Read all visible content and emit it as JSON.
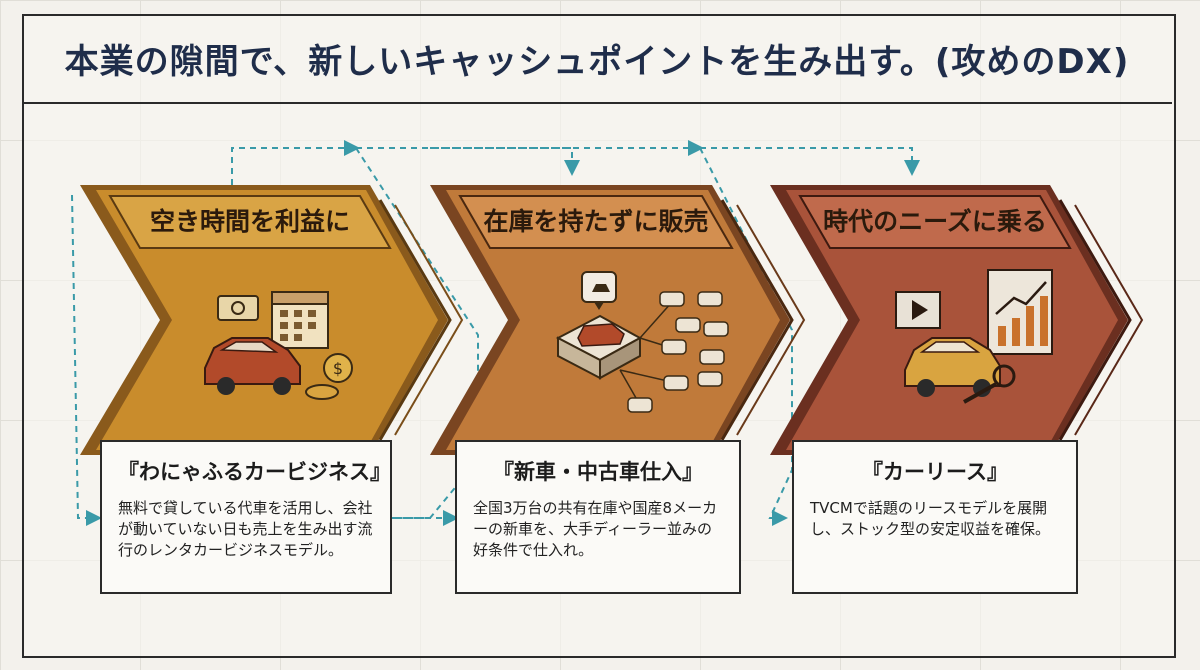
{
  "header": {
    "title": "本業の隙間で、新しいキャッシュポイントを生み出す。(攻めのDX)"
  },
  "steps": [
    {
      "label": "空き時間を利益に",
      "card_title": "『わにゃふるカービジネス』",
      "card_desc": "無料で貸している代車を活用し、会社が動いていない日も売上を生み出す流行のレンタカービジネスモデル。",
      "icons": [
        "car-icon",
        "calendar-icon",
        "coin-icon",
        "cash-icon"
      ]
    },
    {
      "label": "在庫を持たずに販売",
      "card_title": "『新車・中古車仕入』",
      "card_desc": "全国3万台の共有在庫や国産8メーカーの新車を、大手ディーラー並みの好条件で仕入れ。",
      "icons": [
        "car-network-icon",
        "location-pin-icon"
      ]
    },
    {
      "label": "時代のニーズに乗る",
      "card_title": "『カーリース』",
      "card_desc": "TVCMで話題のリースモデルを展開し、ストック型の安定収益を確保。",
      "icons": [
        "video-play-icon",
        "growth-chart-icon",
        "car-icon",
        "key-icon"
      ]
    }
  ],
  "colors": {
    "title": "#1f2d4a",
    "step1": "#c98c2c",
    "step2": "#c07a3a",
    "step3": "#a9533a",
    "connector": "#3a9aa8"
  }
}
